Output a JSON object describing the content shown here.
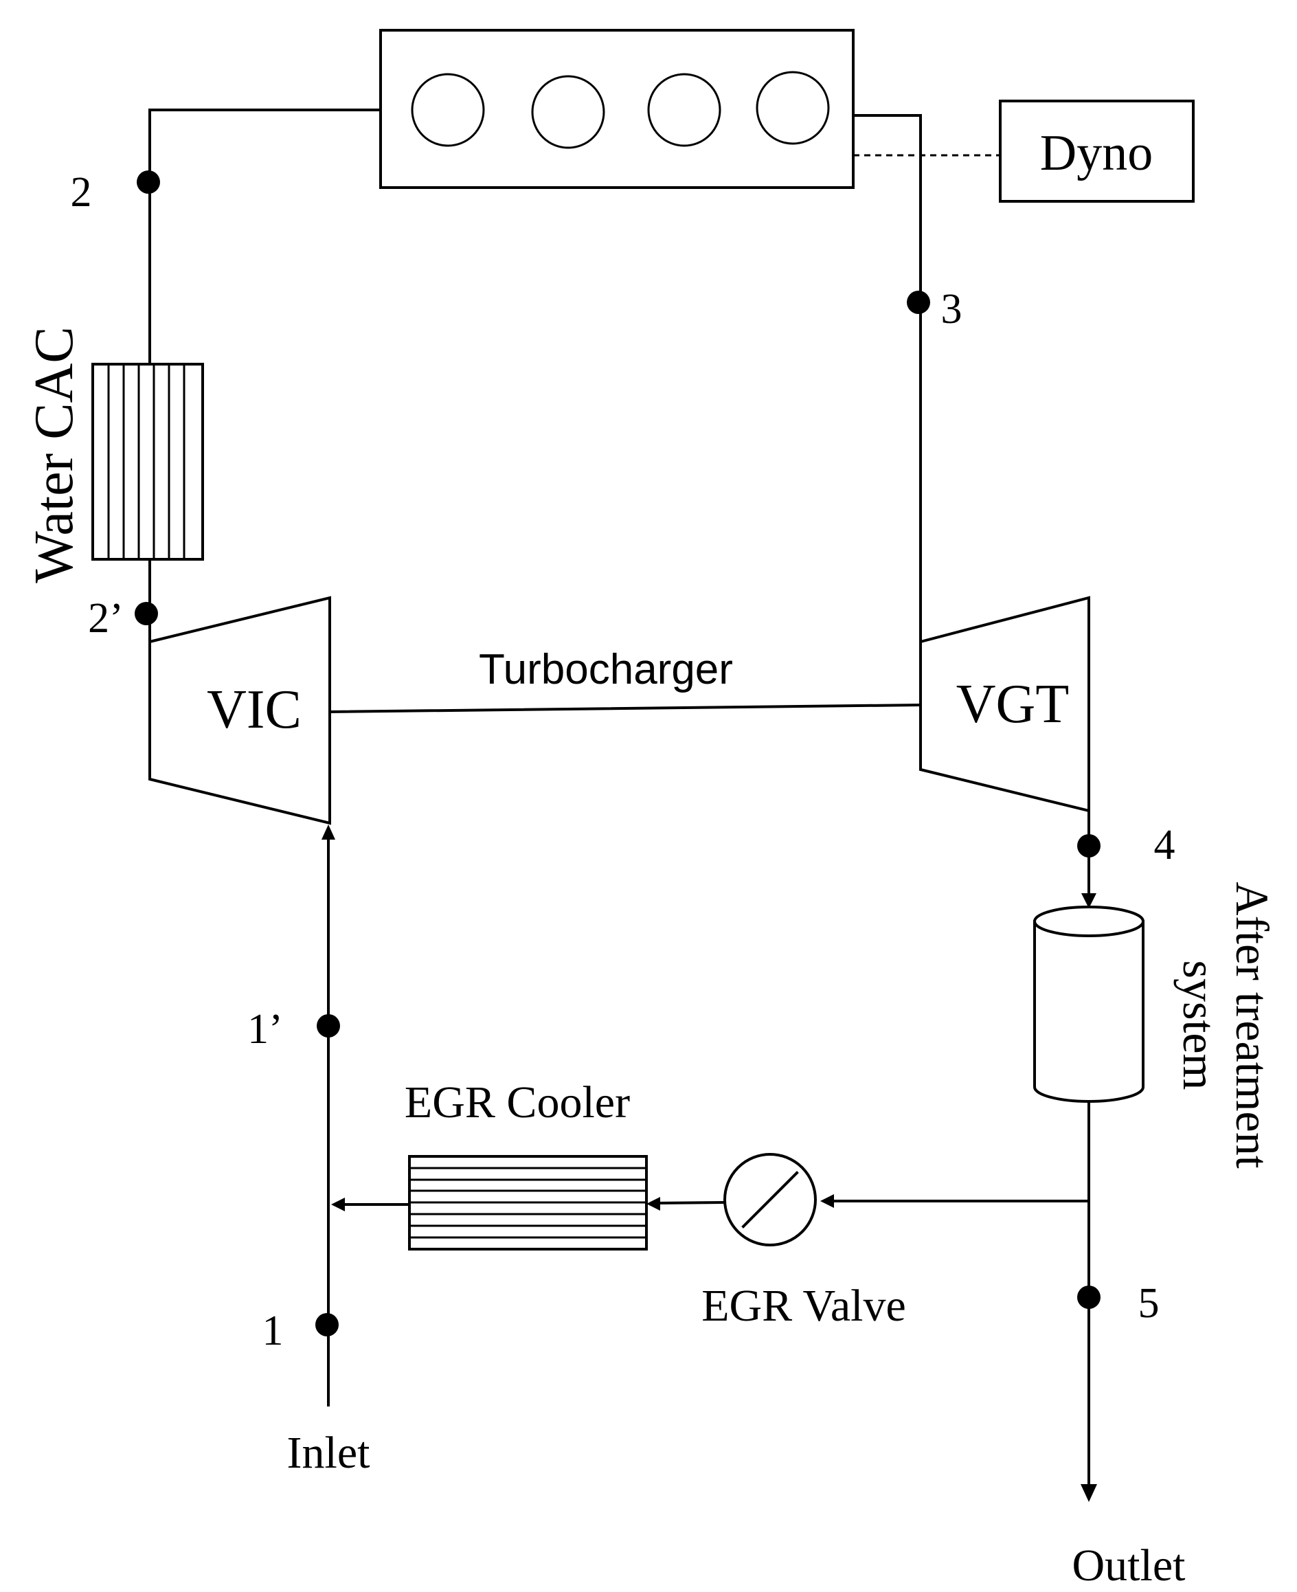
{
  "diagram": {
    "engine": {
      "cylinders": 4
    },
    "labels": {
      "dyno": "Dyno",
      "water_cac": "Water CAC",
      "vic": "VIC",
      "vgt": "VGT",
      "turbocharger": "Turbocharger",
      "after_treatment_line1": "After treatment",
      "after_treatment_line2": "system",
      "egr_cooler": "EGR Cooler",
      "egr_valve": "EGR Valve",
      "inlet": "Inlet",
      "outlet": "Outlet"
    },
    "points": {
      "p1": "1",
      "p1_prime": "1’",
      "p2": "2",
      "p2_prime": "2’",
      "p3": "3",
      "p4": "4",
      "p5": "5"
    },
    "colors": {
      "line": "#000000",
      "background": "#ffffff"
    }
  }
}
